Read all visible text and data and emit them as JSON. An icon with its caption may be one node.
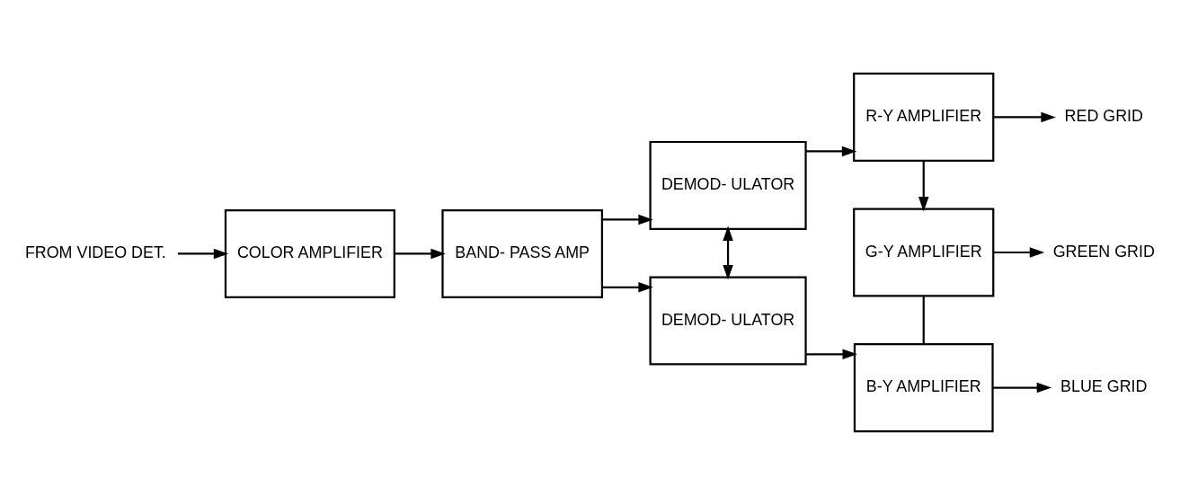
{
  "diagram": {
    "nodes": [
      {
        "text": [
          "FROM VIDEO DET."
        ]
      },
      {
        "text": [
          "COLOR AMPLIFIER"
        ]
      },
      {
        "text": [
          "BAND- PASS AMP"
        ]
      },
      {
        "text": [
          "DEMOD- ULATOR"
        ]
      },
      {
        "text": [
          "R-Y AMPLIFIER"
        ]
      },
      {
        "text": [
          "RED GRID"
        ]
      },
      {
        "text": [
          "DEMOD- ULATOR"
        ]
      },
      {
        "text": [
          "G-Y AMPLIFIER"
        ]
      },
      {
        "text": [
          "GREEN GRID"
        ]
      },
      {
        "text": [
          "B-Y AMPLIFIER"
        ]
      },
      {
        "text": [
          "BLUE GRID"
        ]
      }
    ],
    "edges": [
      {
        "from": 0,
        "to": 1,
        "arrow": "to"
      },
      {
        "from": 1,
        "to": 2,
        "arrow": "to"
      },
      {
        "from": 2,
        "to": 3,
        "arrow": "to"
      },
      {
        "from": 2,
        "to": 6,
        "arrow": "to"
      },
      {
        "from": 3,
        "to": 6,
        "arrow": "both"
      },
      {
        "from": 3,
        "to": 4,
        "arrow": "to"
      },
      {
        "from": 4,
        "to": 5,
        "arrow": "to"
      },
      {
        "from": 4,
        "to": 7,
        "arrow": "to"
      },
      {
        "from": 7,
        "to": 9,
        "arrow": "none"
      },
      {
        "from": 6,
        "to": 9,
        "arrow": "to"
      },
      {
        "from": 7,
        "to": 8,
        "arrow": "to"
      },
      {
        "from": 9,
        "to": 10,
        "arrow": "to"
      }
    ]
  }
}
